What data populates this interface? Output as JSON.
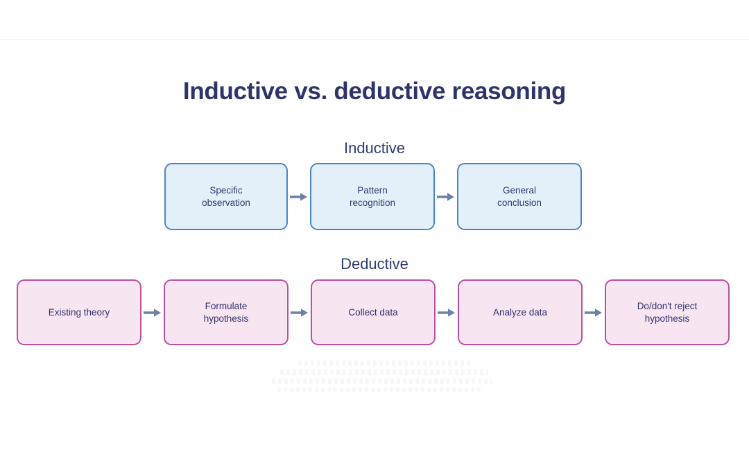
{
  "page": {
    "title": "Inductive vs. deductive reasoning",
    "background_color": "#ffffff",
    "title_color": "#2c3469",
    "divider_color": "#ececf0"
  },
  "diagram_data": {
    "type": "flowchart",
    "title": "Inductive vs. deductive reasoning",
    "sections": [
      {
        "id": "inductive",
        "caption": "Inductive",
        "accent_border": "#4b85c9",
        "accent_fill": "#e3eff9",
        "text_color": "#2e3a6e",
        "steps": [
          {
            "index": 1,
            "label": "Specific\nobservation"
          },
          {
            "index": 2,
            "label": "Pattern\nrecognition"
          },
          {
            "index": 3,
            "label": "General\nconclusion"
          }
        ]
      },
      {
        "id": "deductive",
        "caption": "Deductive",
        "accent_border": "#b9519f",
        "accent_fill": "#f7e6f2",
        "text_color": "#31306a",
        "steps": [
          {
            "index": 1,
            "label": "Existing theory"
          },
          {
            "index": 2,
            "label": "Formulate\nhypothesis"
          },
          {
            "index": 3,
            "label": "Collect data"
          },
          {
            "index": 4,
            "label": "Analyze data"
          },
          {
            "index": 5,
            "label": "Do/don't reject\nhypothesis"
          }
        ]
      }
    ],
    "connector": {
      "icon": "arrow-right-icon",
      "color": "#6b7fa8",
      "count_inductive": 2,
      "count_deductive": 4
    }
  }
}
